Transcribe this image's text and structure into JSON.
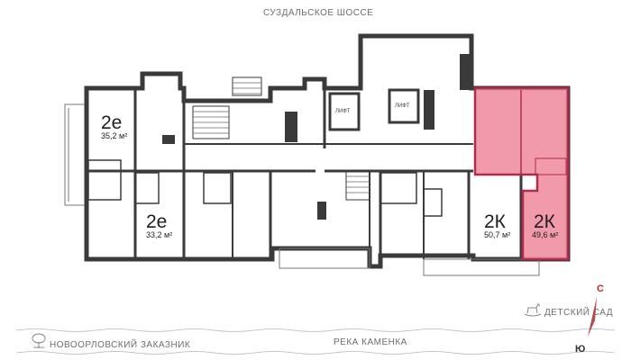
{
  "streets": {
    "top": "СУЗДАЛЬСКОЕ ШОССЕ",
    "river": "РЕКА КАМЕНКА",
    "reserve": "НОВООРЛОВСКИЙ ЗАКАЗНИК",
    "kindergarten": "ДЕТСКИЙ САД"
  },
  "apartments": [
    {
      "type": "2е",
      "area": "35,2 м²",
      "highlighted": false
    },
    {
      "type": "2е",
      "area": "33,2 м²",
      "highlighted": false
    },
    {
      "type": "2К",
      "area": "50,7 м²",
      "highlighted": false
    },
    {
      "type": "2К",
      "area": "49,6 м²",
      "highlighted": true
    }
  ],
  "lifts": [
    "ЛИФТ",
    "ЛИФТ"
  ],
  "compass": {
    "north": "С",
    "south": "Ю"
  },
  "colors": {
    "wall": "#3a3a3a",
    "highlight_fill": "#ee8fa2",
    "highlight_border": "#b52a4a",
    "compass_red": "#d4202a",
    "river_line": "#9fa8b8"
  }
}
